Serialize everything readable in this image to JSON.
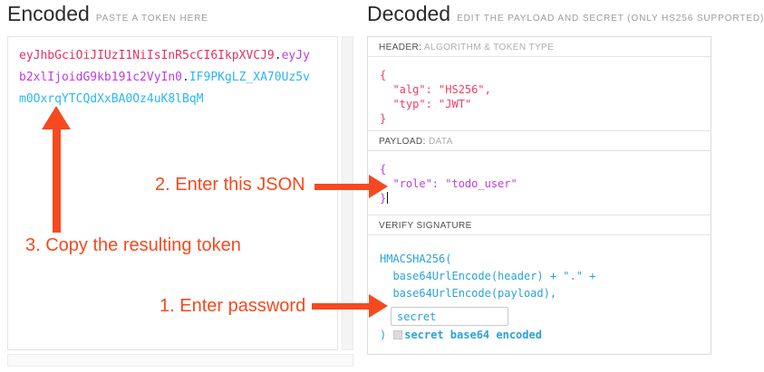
{
  "encoded": {
    "title": "Encoded",
    "subtitle": "PASTE A TOKEN HERE",
    "token": {
      "header": "eyJhbGciOiJIUzI1NiIsInR5cCI6IkpXVCJ9",
      "dot1": ".",
      "payload": "eyJyb2xlIjoidG9kb191c2VyIn0",
      "dot2": ".",
      "signature": "IF9PKgLZ_XA70Uz5vm0OxrqYTCQdXxBA0Oz4uK8lBqM"
    }
  },
  "decoded": {
    "title": "Decoded",
    "subtitle": "EDIT THE PAYLOAD AND SECRET (ONLY HS256 SUPPORTED)",
    "header_section": {
      "label": "HEADER:",
      "sublabel": "ALGORITHM & TOKEN TYPE",
      "lines": [
        "{",
        "  \"alg\": \"HS256\",",
        "  \"typ\": \"JWT\"",
        "}"
      ]
    },
    "payload_section": {
      "label": "PAYLOAD:",
      "sublabel": "DATA",
      "lines": [
        "{",
        "  \"role\": \"todo_user\"",
        "}"
      ]
    },
    "signature_section": {
      "label": "VERIFY SIGNATURE",
      "lines": [
        "HMACSHA256(",
        "  base64UrlEncode(header) + \".\" +",
        "  base64UrlEncode(payload),"
      ],
      "secret_value": "secret",
      "close_paren": ")",
      "checkbox_label": "secret base64 encoded"
    }
  },
  "annotations": {
    "step1": "1. Enter password",
    "step2": "2. Enter this JSON",
    "step3": "3. Copy the resulting token"
  },
  "colors": {
    "token_header": "#e5305f",
    "token_payload": "#c13ae2",
    "token_signature": "#2cb6f2",
    "decoded_header_json": "#ef3e63",
    "decoded_payload_json": "#c13ae2",
    "signature_code": "#2aa2da",
    "annotation_accent": "#f6491f"
  }
}
